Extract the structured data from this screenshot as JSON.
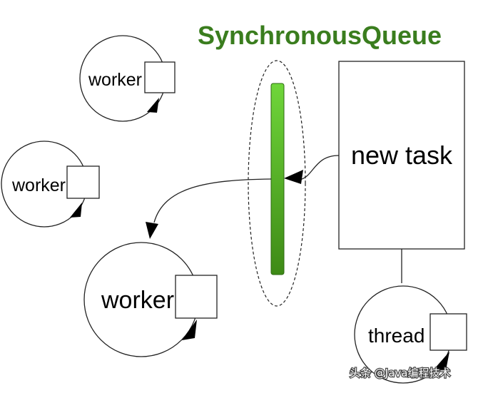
{
  "diagram": {
    "title": "SynchronousQueue",
    "title_color": "#3a7d1e",
    "new_task_label": "new task",
    "workers": [
      {
        "label": "worker"
      },
      {
        "label": "worker"
      },
      {
        "label": "worker"
      }
    ],
    "thread_label": "thread",
    "queue_bar_color_top": "#6fd63a",
    "queue_bar_color_bottom": "#3e8a16"
  },
  "watermark": {
    "text": "头条 @Java编程技术"
  }
}
